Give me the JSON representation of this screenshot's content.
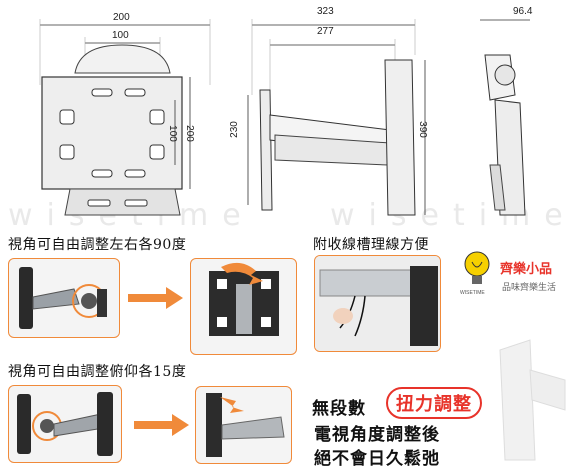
{
  "dimensions": {
    "plate_width": "200",
    "plate_inner": "100",
    "plate_height": "200",
    "plate_inner_h": "100",
    "arm_total": "323",
    "arm_inner": "277",
    "arm_height": "230",
    "arm_side": "390",
    "depth": "96.4"
  },
  "captions": {
    "swivel": "視角可自由調整左右各90度",
    "cable": "附收線槽理線方便",
    "tilt": "視角可自由調整俯仰各15度"
  },
  "watermark": "wisetime",
  "brand": {
    "name": "齊樂小品",
    "tagline": "品味齊樂生活",
    "logo_text": "WISETIME"
  },
  "slogan": {
    "line1_prefix": "無段數",
    "line1_highlight": "扭力調整",
    "line2": "電視角度調整後",
    "line3": "絕不會日久鬆弛"
  },
  "colors": {
    "accent_orange": "#f08a3a",
    "highlight_red": "#e8332a"
  }
}
